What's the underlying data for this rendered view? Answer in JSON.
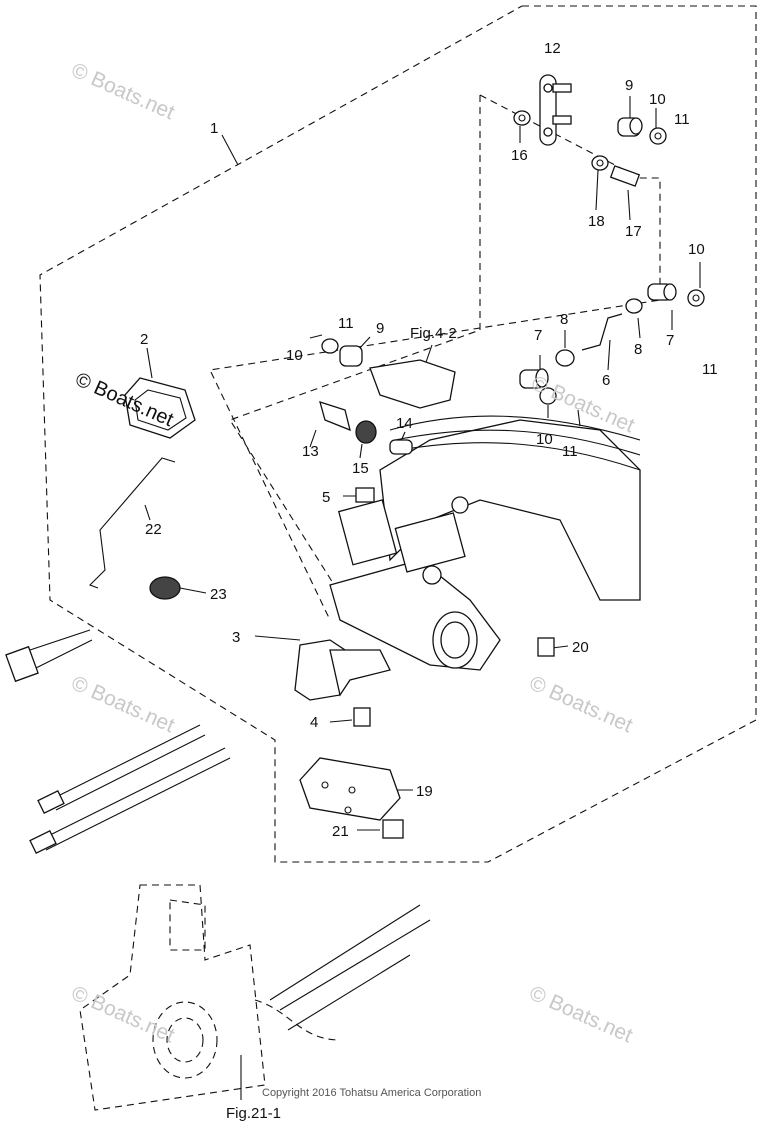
{
  "diagram": {
    "parts": [
      {
        "id": "1",
        "label": "1"
      },
      {
        "id": "2",
        "label": "2"
      },
      {
        "id": "3",
        "label": "3"
      },
      {
        "id": "4",
        "label": "4"
      },
      {
        "id": "5",
        "label": "5"
      },
      {
        "id": "6",
        "label": "6"
      },
      {
        "id": "7a",
        "label": "7"
      },
      {
        "id": "7b",
        "label": "7"
      },
      {
        "id": "8a",
        "label": "8"
      },
      {
        "id": "8b",
        "label": "8"
      },
      {
        "id": "9a",
        "label": "9"
      },
      {
        "id": "9b",
        "label": "9"
      },
      {
        "id": "10a",
        "label": "10"
      },
      {
        "id": "10b",
        "label": "10"
      },
      {
        "id": "10c",
        "label": "10"
      },
      {
        "id": "10d",
        "label": "10"
      },
      {
        "id": "11a",
        "label": "11"
      },
      {
        "id": "11b",
        "label": "11"
      },
      {
        "id": "11c",
        "label": "11"
      },
      {
        "id": "11d",
        "label": "11"
      },
      {
        "id": "12",
        "label": "12"
      },
      {
        "id": "13",
        "label": "13"
      },
      {
        "id": "14",
        "label": "14"
      },
      {
        "id": "15",
        "label": "15"
      },
      {
        "id": "16",
        "label": "16"
      },
      {
        "id": "17",
        "label": "17"
      },
      {
        "id": "18",
        "label": "18"
      },
      {
        "id": "19",
        "label": "19"
      },
      {
        "id": "20",
        "label": "20"
      },
      {
        "id": "21",
        "label": "21"
      },
      {
        "id": "22",
        "label": "22"
      },
      {
        "id": "23",
        "label": "23"
      }
    ],
    "figure_refs": {
      "fig_4_2": "Fig.4-2",
      "fig_21_1": "Fig.21-1"
    },
    "watermarks": [
      "© Boats.net",
      "© Boats.net",
      "© Boats.net",
      "© Boats.net",
      "© Boats.net",
      "© Boats.net"
    ],
    "copyright": "Copyright 2016 Tohatsu America Corporation"
  }
}
